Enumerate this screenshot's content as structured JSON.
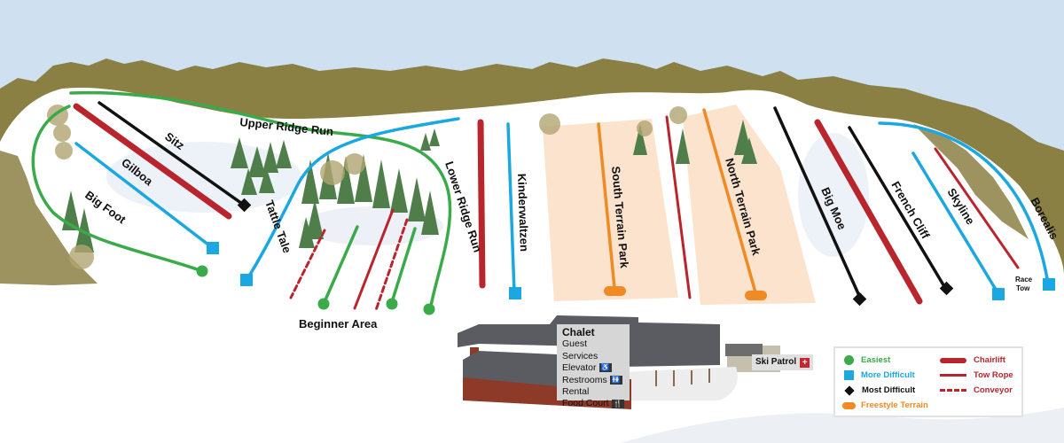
{
  "map": {
    "colors": {
      "sky": "#cfe0f1",
      "forest": "#8b8044",
      "snow": "#ffffff",
      "terrain_park_area": "#fbe3cd",
      "easiest": "#3aaa4a",
      "more_difficult": "#1ba7e0",
      "most_difficult": "#111111",
      "freestyle": "#f08a24",
      "lift": "#b9252d",
      "roof": "#5a5c62",
      "brick": "#8e3a28"
    },
    "trails": [
      {
        "name": "Big Foot",
        "difficulty": "Easiest"
      },
      {
        "name": "Gilboa",
        "difficulty": "More Difficult"
      },
      {
        "name": "Sitz",
        "difficulty": "Most Difficult"
      },
      {
        "name": "Upper Ridge Run",
        "difficulty": "Easiest"
      },
      {
        "name": "Tattle Tale",
        "difficulty": "More Difficult"
      },
      {
        "name": "Lower Ridge Run",
        "difficulty": "Easiest"
      },
      {
        "name": "Kinderwaltzen",
        "difficulty": "More Difficult"
      },
      {
        "name": "South Terrain Park",
        "difficulty": "Freestyle Terrain"
      },
      {
        "name": "North Terrain Park",
        "difficulty": "Freestyle Terrain"
      },
      {
        "name": "Big Moe",
        "difficulty": "Most Difficult"
      },
      {
        "name": "French Cliff",
        "difficulty": "Most Difficult"
      },
      {
        "name": "Skyline",
        "difficulty": "More Difficult"
      },
      {
        "name": "Borealis",
        "difficulty": "More Difficult"
      }
    ],
    "areas": {
      "beginner": "Beginner Area",
      "race_tow_line1": "Race",
      "race_tow_line2": "Tow"
    }
  },
  "chalet": {
    "title": "Chalet",
    "items": [
      {
        "label": "Guest Services",
        "icon": ""
      },
      {
        "label": "Elevator",
        "icon": "♿"
      },
      {
        "label": "Restrooms",
        "icon": "🚻"
      },
      {
        "label": "Rental",
        "icon": ""
      },
      {
        "label": "Food Court",
        "icon": "🍴"
      }
    ]
  },
  "ski_patrol": {
    "label": "Ski Patrol",
    "icon": "+"
  },
  "legend": {
    "items": [
      {
        "label": "Easiest",
        "symbol": "green-circle",
        "color": "#3aaa4a"
      },
      {
        "label": "More Difficult",
        "symbol": "blue-square",
        "color": "#1ba7e0"
      },
      {
        "label": "Most Difficult",
        "symbol": "black-diamond",
        "color": "#111111"
      },
      {
        "label": "Freestyle Terrain",
        "symbol": "orange-pill",
        "color": "#f08a24"
      },
      {
        "label": "Chairlift",
        "symbol": "thick-red-line",
        "color": "#b9252d"
      },
      {
        "label": "Tow Rope",
        "symbol": "thin-red-line",
        "color": "#b9252d"
      },
      {
        "label": "Conveyor",
        "symbol": "dashed-red-line",
        "color": "#b9252d"
      }
    ]
  }
}
